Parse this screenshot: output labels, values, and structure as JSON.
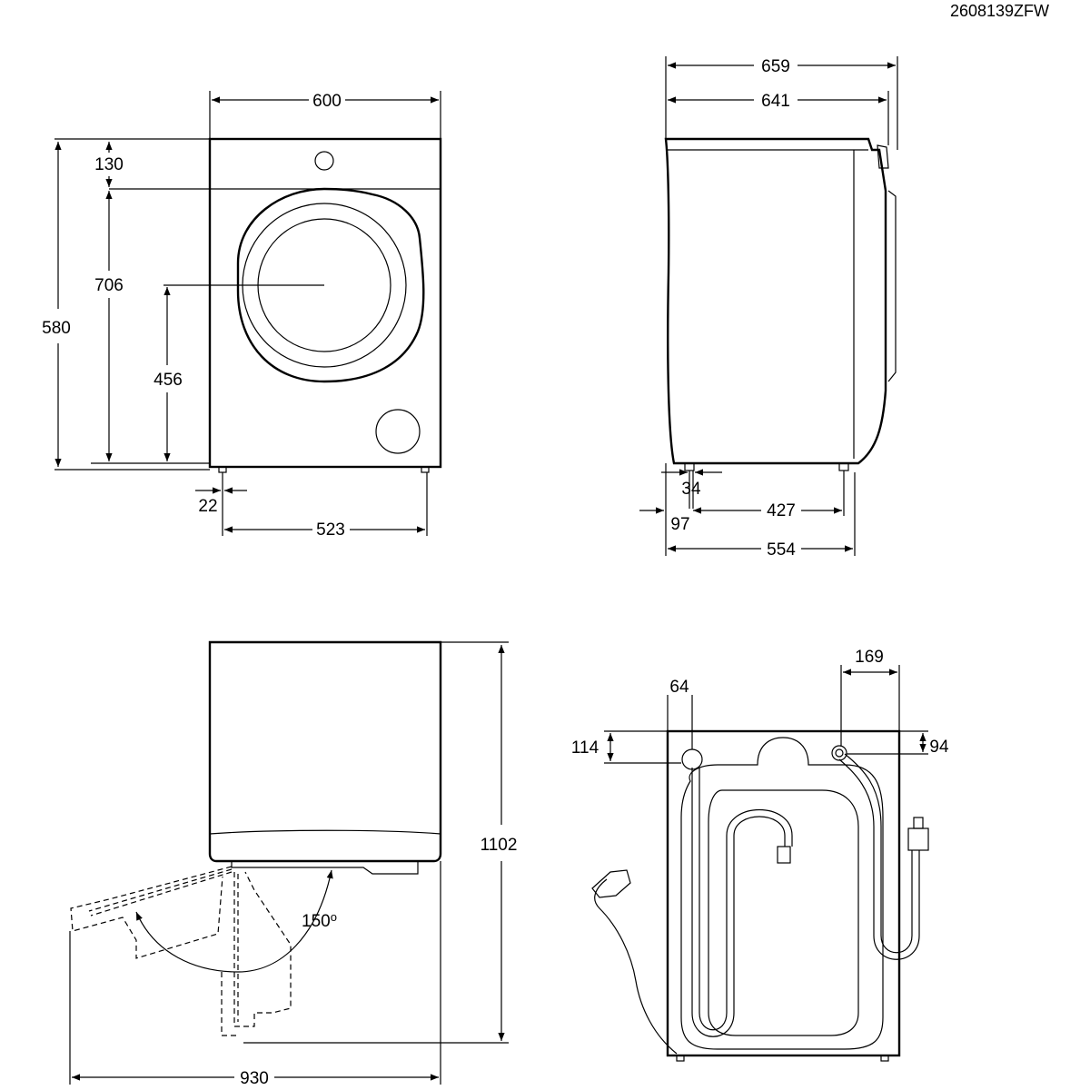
{
  "drawing_code": "2608139ZFW",
  "front_view": {
    "width": "600",
    "top_panel_height": "130",
    "door_center_height": "706",
    "total_height": "580",
    "door_height": "456",
    "foot_offset": "22",
    "foot_spacing": "523"
  },
  "side_view": {
    "overall_depth": "659",
    "depth_with_door": "641",
    "front_foot_offset": "34",
    "rear_overhang": "97",
    "foot_spacing": "427",
    "body_depth": "554"
  },
  "door_view": {
    "opening_angle": "150",
    "degree_symbol": "o",
    "total_depth_open": "1102",
    "total_width_open": "930"
  },
  "rear_view": {
    "hose_offset_left": "64",
    "inlet_offset_right": "169",
    "hose_height_left": "114",
    "inlet_height_right": "94"
  }
}
